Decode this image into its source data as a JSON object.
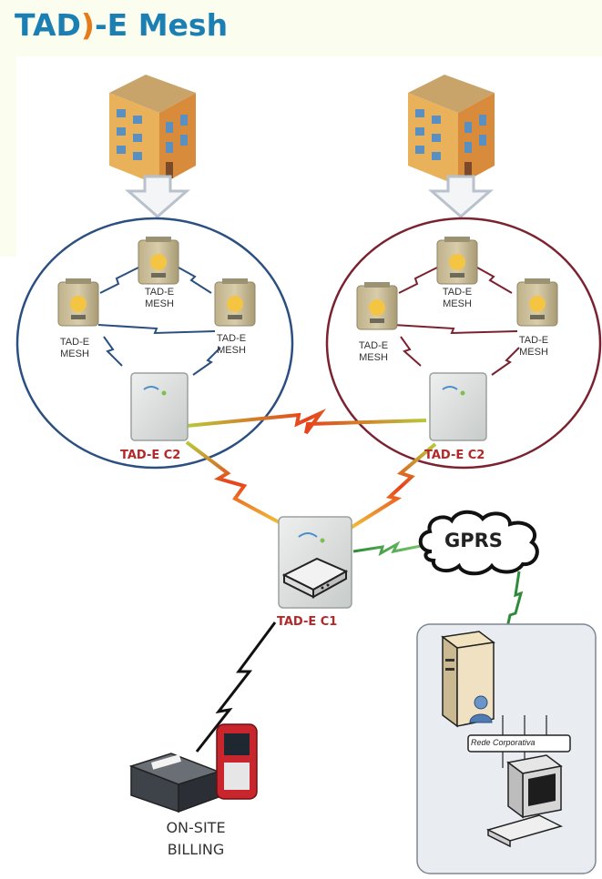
{
  "header": {
    "title_left": "TAD",
    "title_mark": ")",
    "title_right": "-E Mesh"
  },
  "left_cluster": {
    "mesh_top": [
      "TAD-E",
      "MESH"
    ],
    "mesh_left": [
      "TAD-E",
      "MESH"
    ],
    "mesh_right": [
      "TAD-E",
      "MESH"
    ],
    "concentrator": "TAD-E C2"
  },
  "right_cluster": {
    "mesh_top": [
      "TAD-E",
      "MESH"
    ],
    "mesh_left": [
      "TAD-E",
      "MESH"
    ],
    "mesh_right": [
      "TAD-E",
      "MESH"
    ],
    "concentrator": "TAD-E C2"
  },
  "gateway": {
    "label": "TAD-E C1"
  },
  "cloud": {
    "label": "GPRS"
  },
  "billing": {
    "line1": "ON-SITE",
    "line2": "BILLING"
  },
  "corporate": {
    "network_label": "Rede Corporativa"
  },
  "colors": {
    "brand_blue": "#1b7fb4",
    "brand_orange": "#e77a1a",
    "left_circle": "#2a4f80",
    "right_circle": "#7a2230",
    "label_red": "#b3292a"
  },
  "icons": [
    "building-icon",
    "down-arrow-icon",
    "mesh-meter-icon",
    "lightning-link-icon",
    "concentrator-icon",
    "router-icon",
    "cloud-icon",
    "server-icon",
    "workstation-icon",
    "printer-icon",
    "handheld-terminal-icon"
  ]
}
